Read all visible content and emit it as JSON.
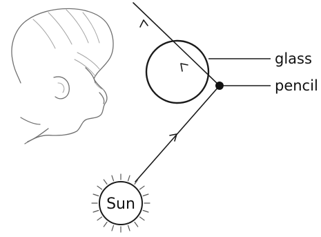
{
  "labels": {
    "glass": "glass",
    "pencil": "pencil",
    "sun": "Sun"
  }
}
